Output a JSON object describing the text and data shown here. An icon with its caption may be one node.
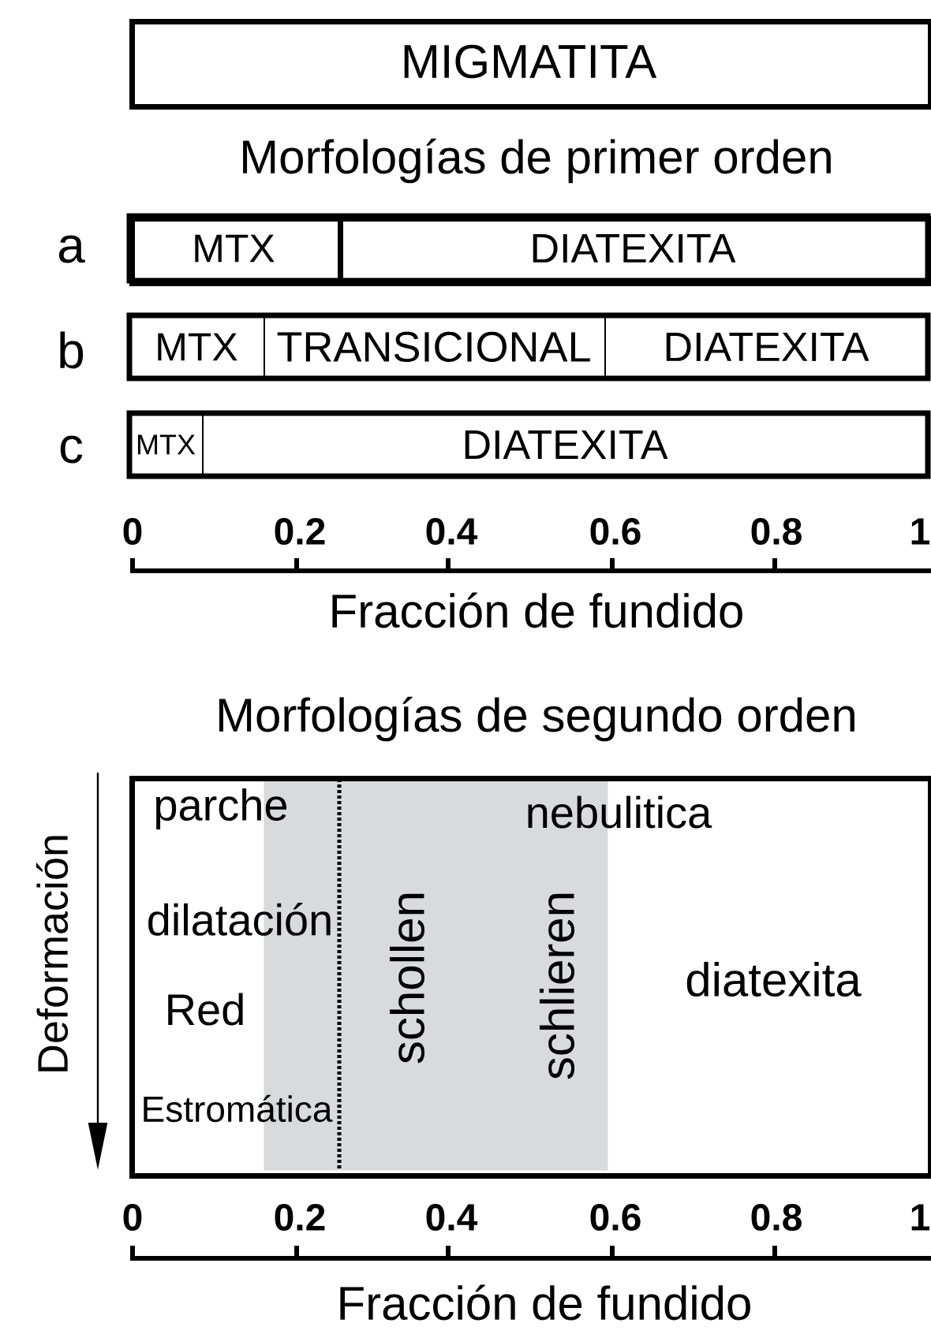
{
  "diagram": {
    "nodes": [
      {
        "text": [
          "MIGMATITA"
        ]
      },
      {
        "text": [
          "MTX"
        ]
      },
      {
        "text": [
          "DIATEXITA"
        ]
      },
      {
        "text": [
          "MTX"
        ]
      },
      {
        "text": [
          "TRANSICIONAL"
        ]
      },
      {
        "text": [
          "DIATEXITA"
        ]
      },
      {
        "text": [
          "MTX"
        ]
      },
      {
        "text": [
          "DIATEXITA"
        ]
      },
      {
        "text": [
          "parche",
          "nebulitica",
          "dilatación",
          "Red",
          "Estromática",
          "diatexita"
        ]
      },
      {
        "text": [
          "schollen",
          "schlieren"
        ],
        "in": 8
      }
    ],
    "labels": [
      "Morfologías de primer orden",
      "a",
      "b",
      "c",
      "0",
      "0.2",
      "0.4",
      "0.6",
      "0.8",
      "1",
      "Fracción de fundido",
      "Morfologías de segundo orden",
      "Deformación",
      "0",
      "0.2",
      "0.4",
      "0.6",
      "0.8",
      "1",
      "Fracción de fundido"
    ]
  }
}
